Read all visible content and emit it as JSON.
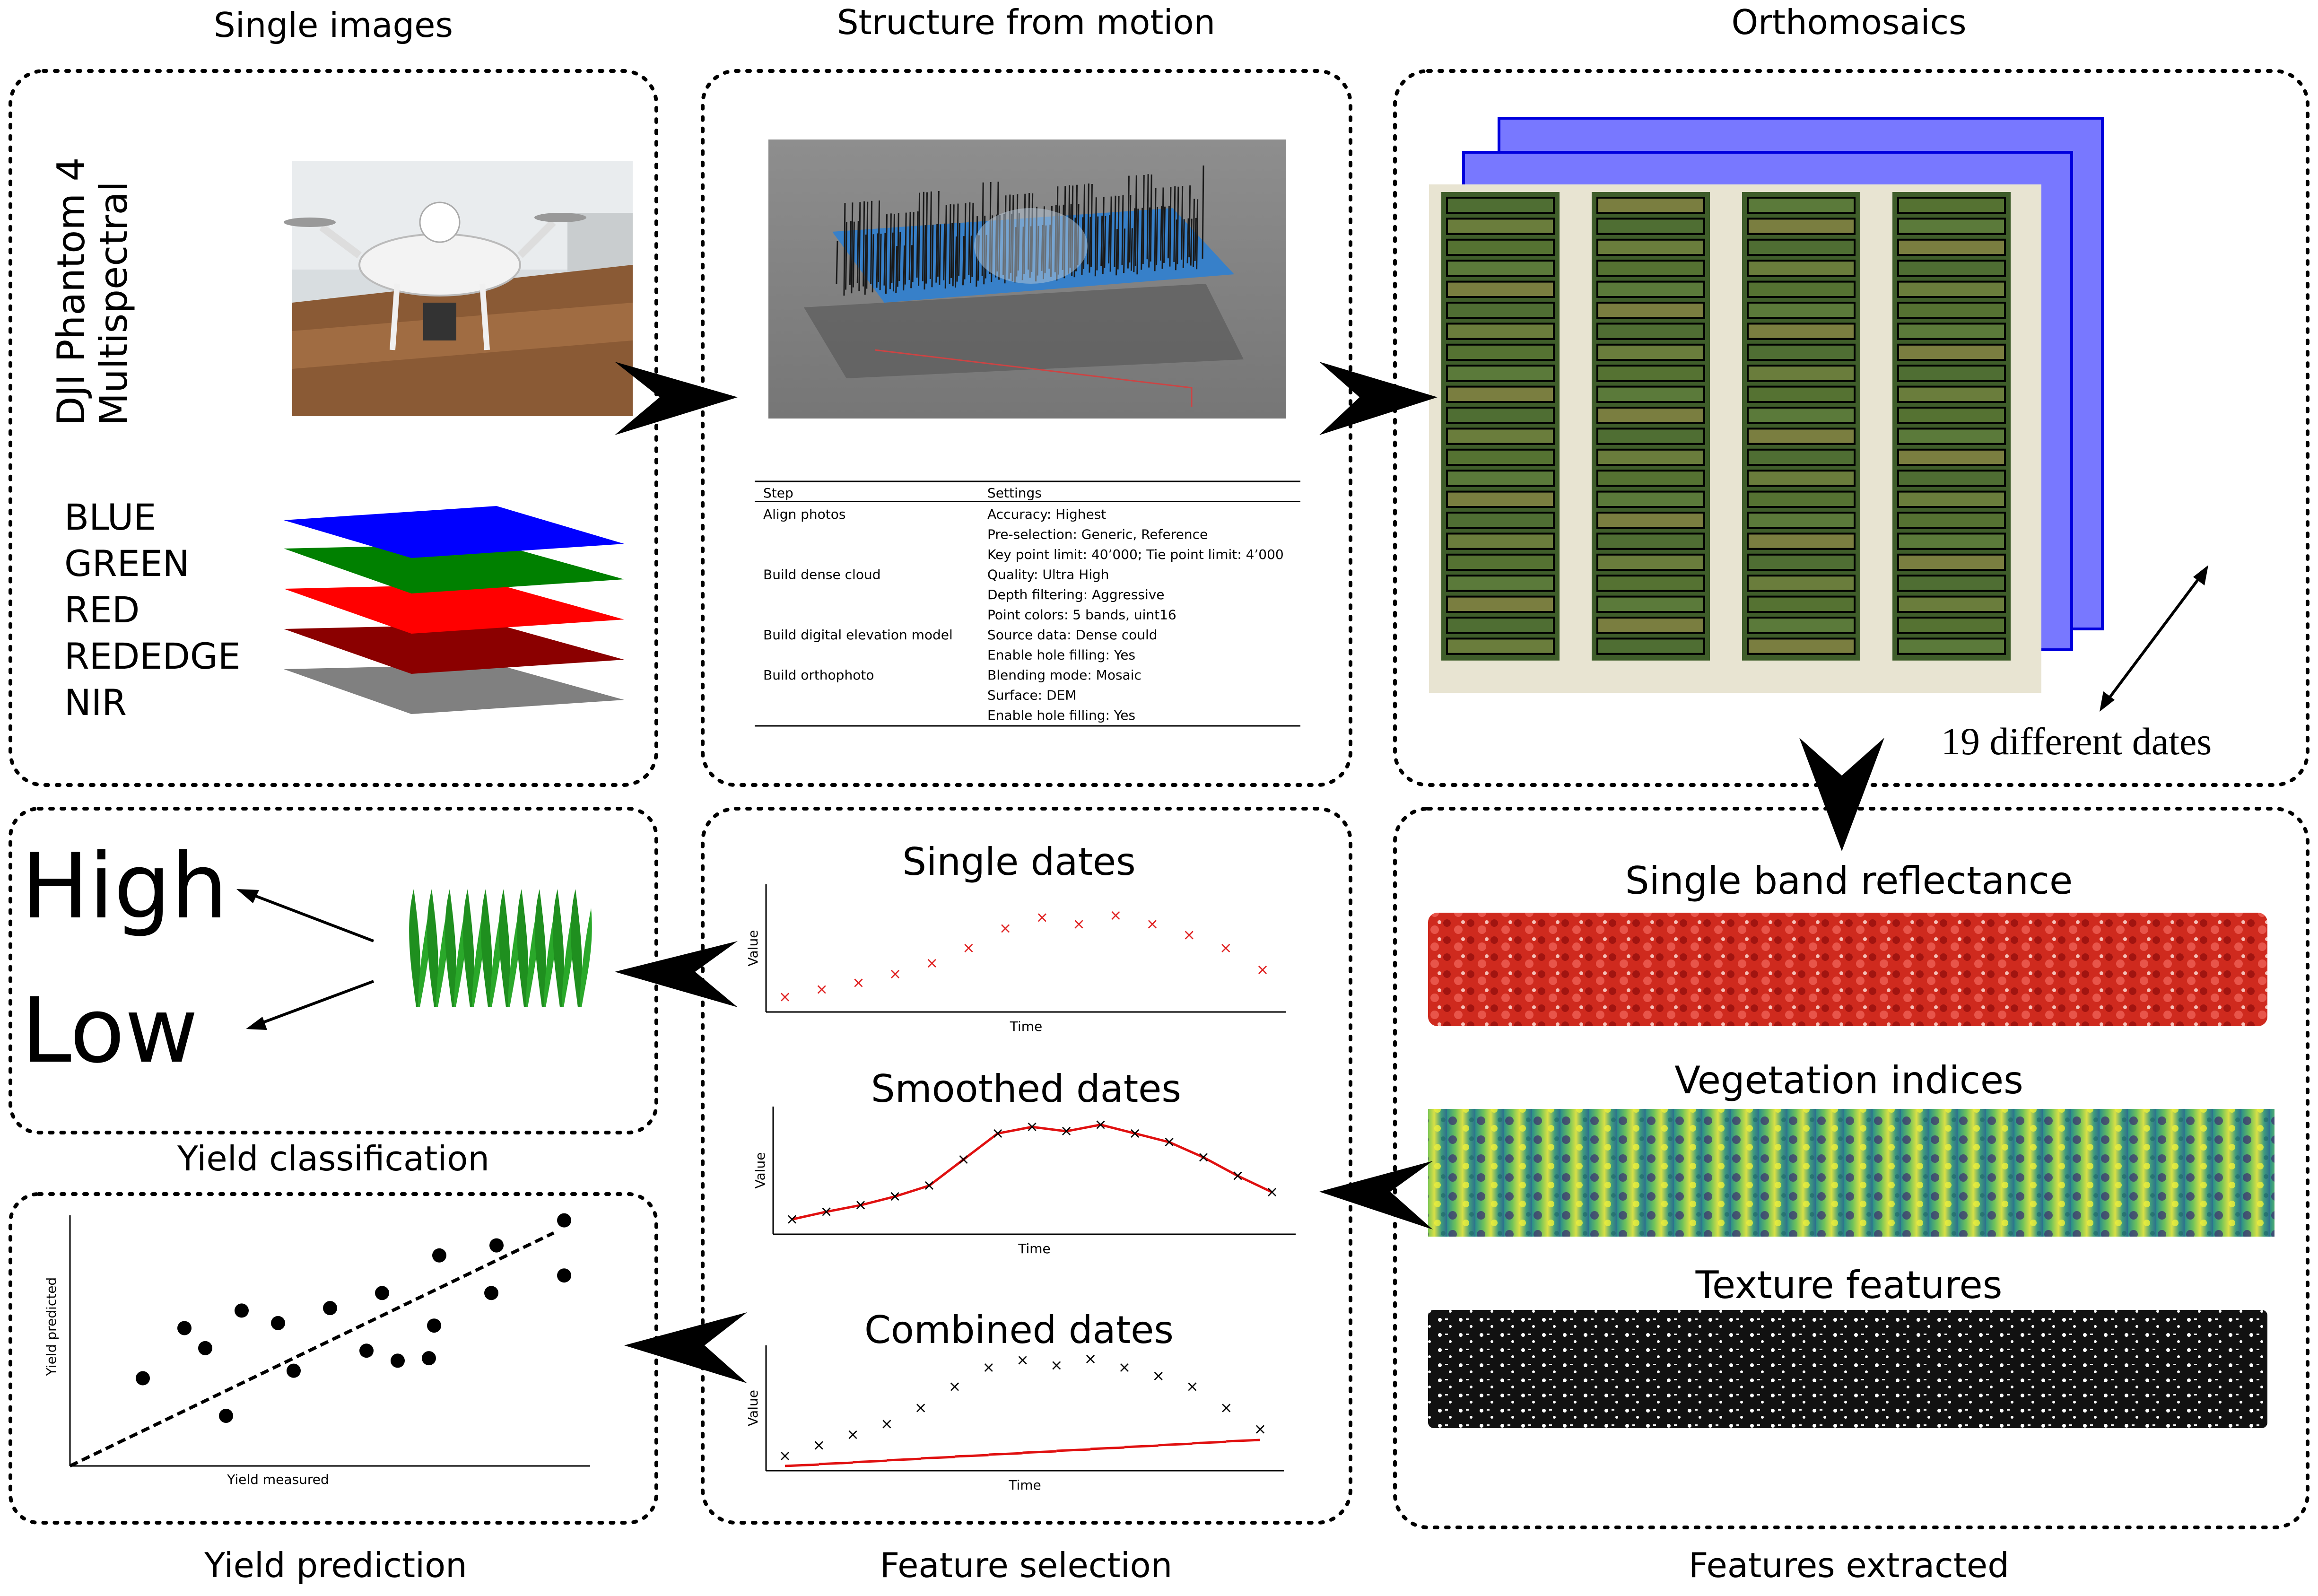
{
  "panels": {
    "single_images": {
      "title": "Single images",
      "drone_label_line1": "DJI Phantom 4",
      "drone_label_line2": "Multispectral",
      "bands": [
        "BLUE",
        "GREEN",
        "RED",
        "REDEDGE",
        "NIR"
      ],
      "band_colors": [
        "#0000ff",
        "#008000",
        "#ff0000",
        "#8b0000",
        "#808080"
      ]
    },
    "sfm": {
      "title": "Structure from motion",
      "table_headers": [
        "Step",
        "Settings"
      ],
      "table_rows": [
        [
          "Align photos",
          "Accuracy: Highest"
        ],
        [
          "",
          "Pre-selection: Generic, Reference"
        ],
        [
          "",
          "Key point limit: 40’000; Tie point limit: 4’000"
        ],
        [
          "Build dense cloud",
          "Quality: Ultra High"
        ],
        [
          "",
          "Depth filtering: Aggressive"
        ],
        [
          "",
          "Point colors: 5 bands, uint16"
        ],
        [
          "Build digital elevation model",
          "Source data: Dense could"
        ],
        [
          "",
          "Enable hole filling: Yes"
        ],
        [
          "Build orthophoto",
          "Blending mode: Mosaic"
        ],
        [
          "",
          "Surface: DEM"
        ],
        [
          "",
          "Enable hole filling: Yes"
        ]
      ]
    },
    "orthomosaics": {
      "title": "Orthomosaics",
      "dates_label": "19 different dates"
    },
    "features_extracted": {
      "title": "Features extracted",
      "items": [
        "Single band reflectance",
        "Vegetation indices",
        "Texture features"
      ]
    },
    "feature_selection": {
      "title": "Feature selection",
      "plots": [
        "Single dates",
        "Smoothed dates",
        "Combined dates"
      ],
      "xlabel": "Time",
      "ylabel": "Value"
    },
    "yield_classification": {
      "title": "Yield classification",
      "high_label": "High",
      "low_label": "Low"
    },
    "yield_prediction": {
      "title": "Yield prediction",
      "xlabel": "Yield measured",
      "ylabel": "Yield predicted"
    }
  },
  "chart_data": [
    {
      "type": "scatter",
      "title": "Single dates",
      "xlabel": "Time",
      "ylabel": "Value",
      "series": [
        {
          "values": [
            0.05,
            0.12,
            0.18,
            0.26,
            0.36,
            0.5,
            0.68,
            0.78,
            0.72,
            0.8,
            0.72,
            0.62,
            0.5,
            0.3
          ]
        }
      ]
    },
    {
      "type": "line",
      "title": "Smoothed dates",
      "xlabel": "Time",
      "ylabel": "Value",
      "series": [
        {
          "values": [
            0.05,
            0.12,
            0.18,
            0.26,
            0.36,
            0.6,
            0.84,
            0.9,
            0.86,
            0.92,
            0.84,
            0.76,
            0.62,
            0.45,
            0.3
          ]
        }
      ]
    },
    {
      "type": "line",
      "title": "Combined dates",
      "xlabel": "Time",
      "ylabel": "Value",
      "series": [
        {
          "values": [
            0.05,
            0.15,
            0.25,
            0.35,
            0.5,
            0.7,
            0.88,
            0.95,
            0.9,
            0.96,
            0.88,
            0.8,
            0.7,
            0.5,
            0.3
          ]
        }
      ]
    },
    {
      "type": "scatter",
      "title": "",
      "xlabel": "Yield measured",
      "ylabel": "Yield predicted",
      "points": [
        [
          0.14,
          0.35
        ],
        [
          0.22,
          0.55
        ],
        [
          0.26,
          0.47
        ],
        [
          0.3,
          0.2
        ],
        [
          0.33,
          0.62
        ],
        [
          0.4,
          0.57
        ],
        [
          0.43,
          0.38
        ],
        [
          0.5,
          0.63
        ],
        [
          0.57,
          0.46
        ],
        [
          0.6,
          0.69
        ],
        [
          0.63,
          0.42
        ],
        [
          0.69,
          0.43
        ],
        [
          0.7,
          0.56
        ],
        [
          0.71,
          0.84
        ],
        [
          0.81,
          0.69
        ],
        [
          0.82,
          0.88
        ],
        [
          0.95,
          0.98
        ],
        [
          0.95,
          0.76
        ]
      ]
    }
  ]
}
